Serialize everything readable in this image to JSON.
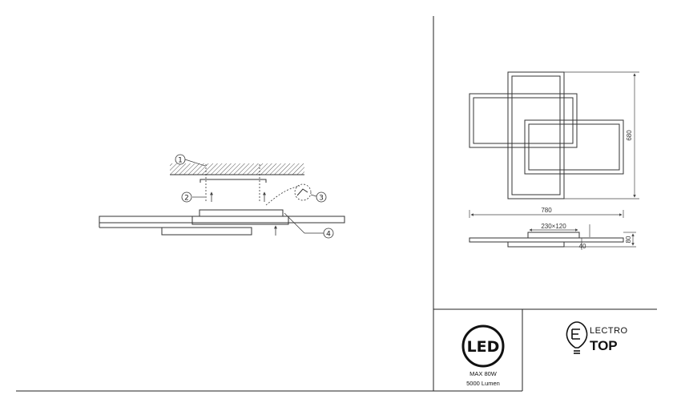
{
  "installation": {
    "callouts": [
      "1",
      "2",
      "3",
      "4"
    ]
  },
  "dimensions": {
    "height": "680",
    "width": "780",
    "mount": "230×120",
    "depth_total": "80",
    "depth_panel": "40"
  },
  "badge": {
    "led_label": "LED",
    "power": "MAX 80W",
    "lumen": "5000 Lumen"
  },
  "brand": {
    "line1": "LECTRO",
    "line2": "TOP"
  },
  "colors": {
    "line": "#333333",
    "ink": "#111111"
  }
}
